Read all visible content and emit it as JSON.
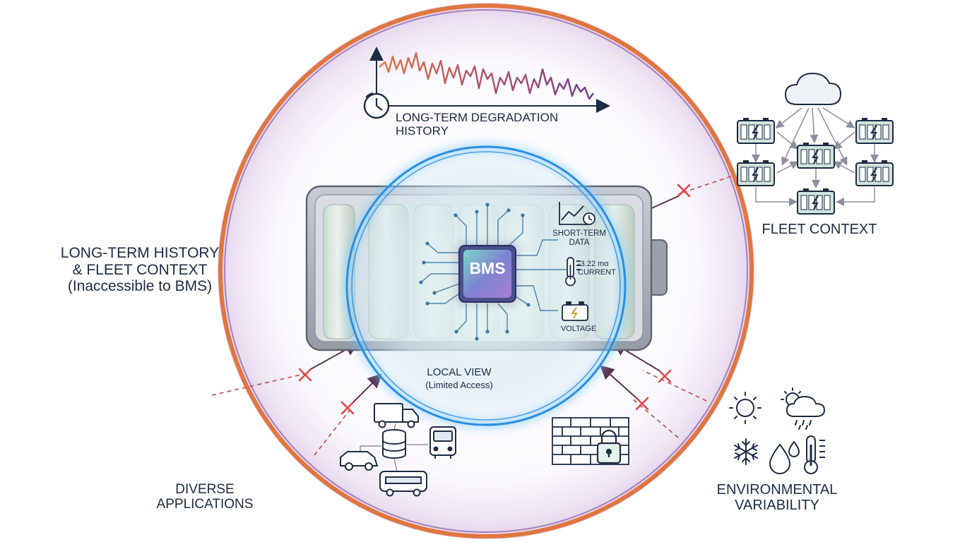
{
  "labels": {
    "left_title_line1": "LONG-TERM HISTORY",
    "left_title_line2": "& FLEET CONTEXT",
    "left_title_line3": "(Inaccessible to BMS)",
    "history": "LONG-TERM DEGRADATION HISTORY",
    "fleet": "FLEET CONTEXT",
    "applications_line1": "DIVERSE",
    "applications_line2": "APPLICATIONS",
    "environment_line1": "ENVIRONMENTAL",
    "environment_line2": "VARIABILITY",
    "local_view": "LOCAL VIEW",
    "local_view_sub": "(Limited Access)",
    "bms": "BMS",
    "short_term_line1": "SHORT-TERM",
    "short_term_line2": "DATA",
    "current_value": "-3.22 mα",
    "current": "CURRENT",
    "voltage": "VOLTAGE"
  },
  "colors": {
    "outer_ring": "#e0763f",
    "outer_ring_inner": "#8d5aa8",
    "local_ring": "#2a8fe0",
    "blocked_x": "#e04848",
    "arrow": "#5a3550",
    "ink": "#1d2b44",
    "battery_body": "#8a909c",
    "chip": "#5a5fb0",
    "module_fill": "#cfe3dc"
  },
  "icons": [
    "clock-icon",
    "cloud-icon",
    "battery-module-icon",
    "chip-icon",
    "chart-clock-icon",
    "thermometer-icon",
    "battery-icon",
    "truck-icon",
    "database-icon",
    "bus-icon",
    "car-icon",
    "coach-icon",
    "brick-wall-icon",
    "lock-icon",
    "sun-icon",
    "sun-cloud-rain-icon",
    "snowflake-icon",
    "water-drops-icon",
    "temperature-icon"
  ]
}
